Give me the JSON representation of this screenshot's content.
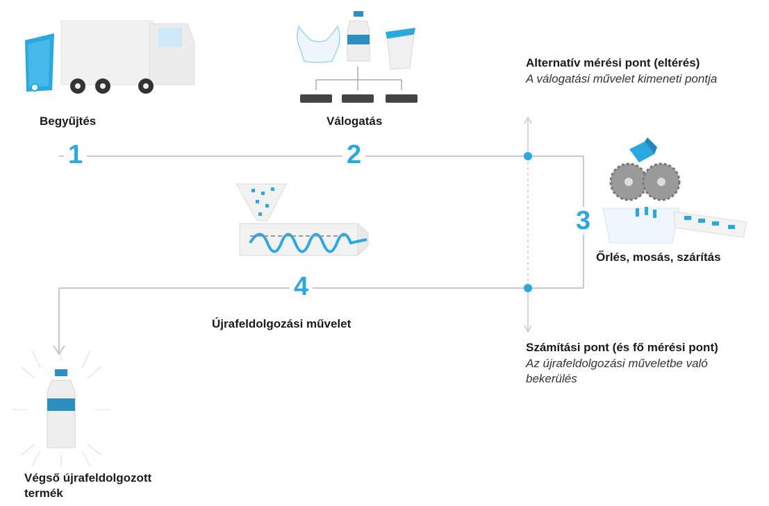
{
  "steps": [
    {
      "number": "1",
      "label": "Begyűjtés"
    },
    {
      "number": "2",
      "label": "Válogatás"
    },
    {
      "number": "3",
      "label": "Őrlés, mosás, szárítás"
    },
    {
      "number": "4",
      "label": "Újrafeldolgozási művelet"
    }
  ],
  "final_product": "Végső újrafeldolgozott termék",
  "alternative_point": {
    "title": "Alternatív mérési pont (eltérés)",
    "subtitle": "A válogatási művelet kimeneti pontja"
  },
  "calculation_point": {
    "title": "Számítási pont (és fő mérési pont)",
    "subtitle": "Az újrafeldolgozási műveletbe való bekerülés"
  },
  "colors": {
    "accent": "#29a9e0",
    "line": "#c8c8c8",
    "text": "#1a1a1a"
  },
  "icons": [
    "garbage-truck-icon",
    "sorting-icon",
    "shredder-icon",
    "extruder-icon",
    "bottle-icon"
  ]
}
